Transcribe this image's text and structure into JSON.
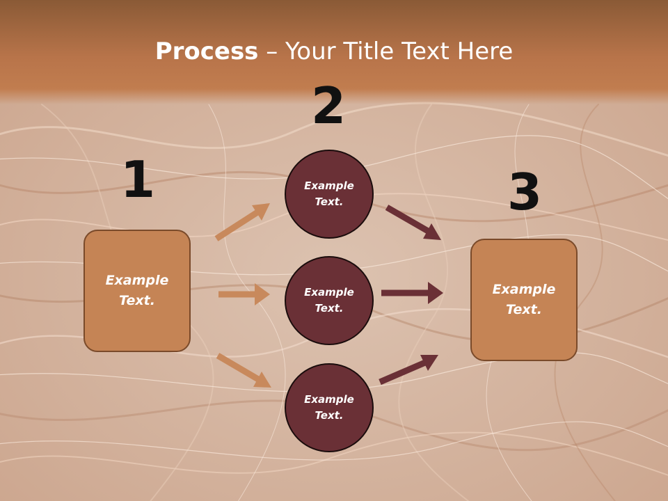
{
  "title": {
    "bold": "Process",
    "rest": " – Your Title Text Here"
  },
  "steps": {
    "one": "1",
    "two": "2",
    "three": "3"
  },
  "left_box": {
    "line1": "Example",
    "line2": "Text."
  },
  "right_box": {
    "line1": "Example",
    "line2": "Text."
  },
  "circles": [
    {
      "line1": "Example",
      "line2": "Text."
    },
    {
      "line1": "Example",
      "line2": "Text."
    },
    {
      "line1": "Example",
      "line2": "Text."
    }
  ],
  "colors": {
    "box_fill": "#c58455",
    "circle_fill": "#6a3036",
    "arrow_light": "#c8895c",
    "arrow_dark": "#6a3036",
    "header": "#b8744a"
  }
}
